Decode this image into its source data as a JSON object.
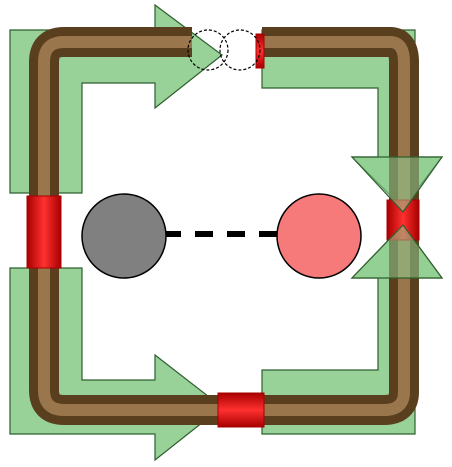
{
  "colors": {
    "background": "#ffffff",
    "pipe_light": "#b08a5c",
    "pipe_dark": "#5a3f1f",
    "green_fill": "#8fce8f",
    "green_stroke": "#2f5f2f",
    "red_highlight": "#ff1a1a",
    "red_dark": "#a80000",
    "gray_circle": "#808080",
    "pink_circle": "#f77a7a",
    "dash_line": "#000000",
    "outline": "#000000"
  },
  "nodes": [
    {
      "name": "gray-node",
      "color_key": "gray_circle"
    },
    {
      "name": "pink-node",
      "color_key": "pink_circle"
    }
  ],
  "connector": {
    "style": "dashed"
  },
  "segments": [
    "top-left",
    "top-right",
    "right",
    "bottom-right",
    "bottom-left",
    "left-upper",
    "left-lower"
  ],
  "joints": [
    "top-gap",
    "right-gap",
    "bottom-gap",
    "left-gap"
  ],
  "arrows": [
    "top-arrow",
    "right-down-arrow",
    "right-up-arrow",
    "bottom-arrow"
  ]
}
